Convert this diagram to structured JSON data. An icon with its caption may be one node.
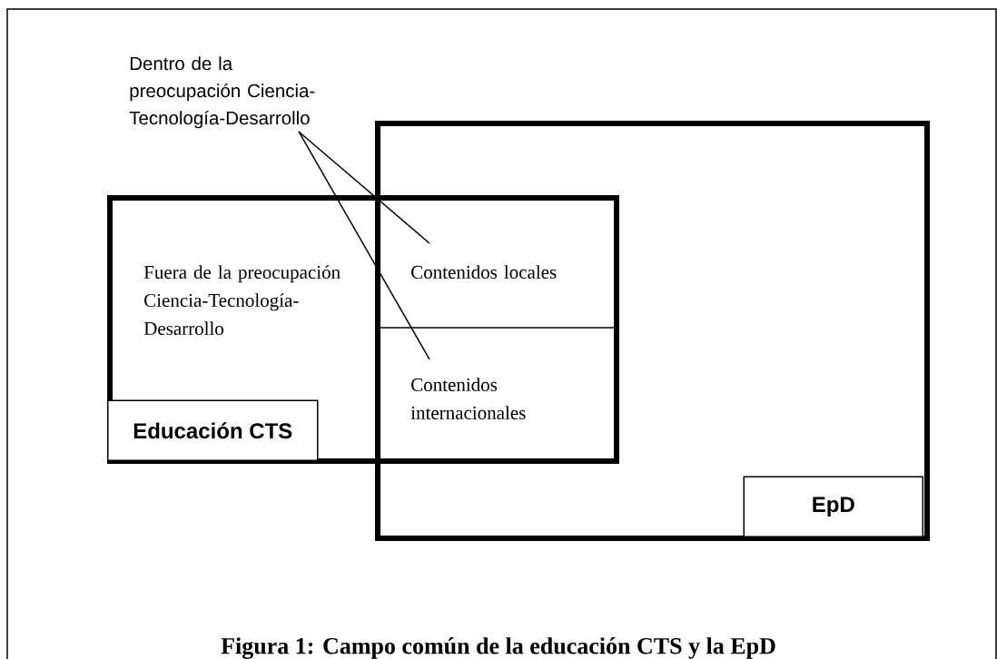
{
  "diagram": {
    "caption": "Figura 1: Campo común de la educación CTS y la EpD",
    "nodes": [
      {
        "text": [
          "Fuera de la preocupación Ciencia-Tecnología-Desarrollo"
        ]
      },
      {
        "text": [
          "Educación CTS"
        ],
        "in": 0
      },
      {
        "text": [],
        "shape": "box"
      },
      {
        "text": [
          "EpD"
        ],
        "in": 2
      },
      {
        "text": [
          "Contenidos locales"
        ]
      },
      {
        "text": [
          "Contenidos internacionales"
        ]
      },
      {
        "text": [
          "Dentro de la preocupación Ciencia-Tecnología-Desarrollo"
        ]
      }
    ],
    "edges": [
      {
        "from": 6,
        "to": 4,
        "arrow": "none"
      },
      {
        "from": 6,
        "to": 5,
        "arrow": "none"
      }
    ]
  }
}
